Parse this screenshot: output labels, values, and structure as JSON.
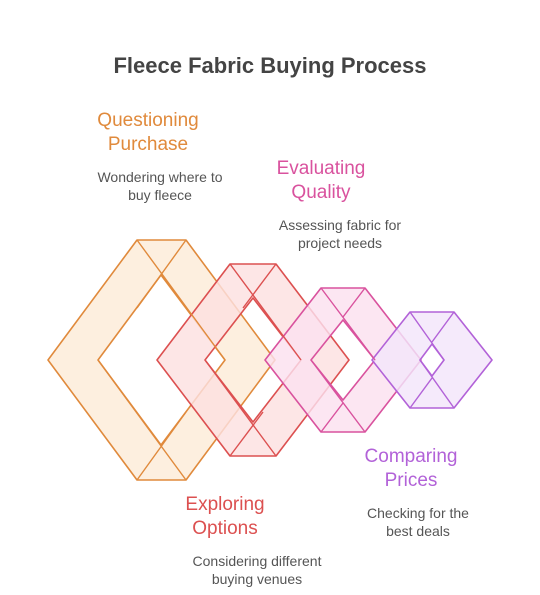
{
  "title": "Fleece Fabric Buying Process",
  "colors": {
    "title": "#444444",
    "description": "#555555"
  },
  "stages": [
    {
      "title_lines": [
        "Questioning",
        "Purchase"
      ],
      "desc_lines": [
        "Wondering where to",
        "buy fleece"
      ],
      "stroke": "#E08A3C",
      "fill": "#FDEBD8"
    },
    {
      "title_lines": [
        "Exploring",
        "Options"
      ],
      "desc_lines": [
        "Considering different",
        "buying venues"
      ],
      "stroke": "#DC5050",
      "fill": "#FCE1E1"
    },
    {
      "title_lines": [
        "Evaluating",
        "Quality"
      ],
      "desc_lines": [
        "Assessing fabric for",
        "project needs"
      ],
      "stroke": "#D9529E",
      "fill": "#FBE0EF"
    },
    {
      "title_lines": [
        "Comparing",
        "Prices"
      ],
      "desc_lines": [
        "Checking for the",
        "best deals"
      ],
      "stroke": "#B262D8",
      "fill": "#F3E5FA"
    }
  ]
}
